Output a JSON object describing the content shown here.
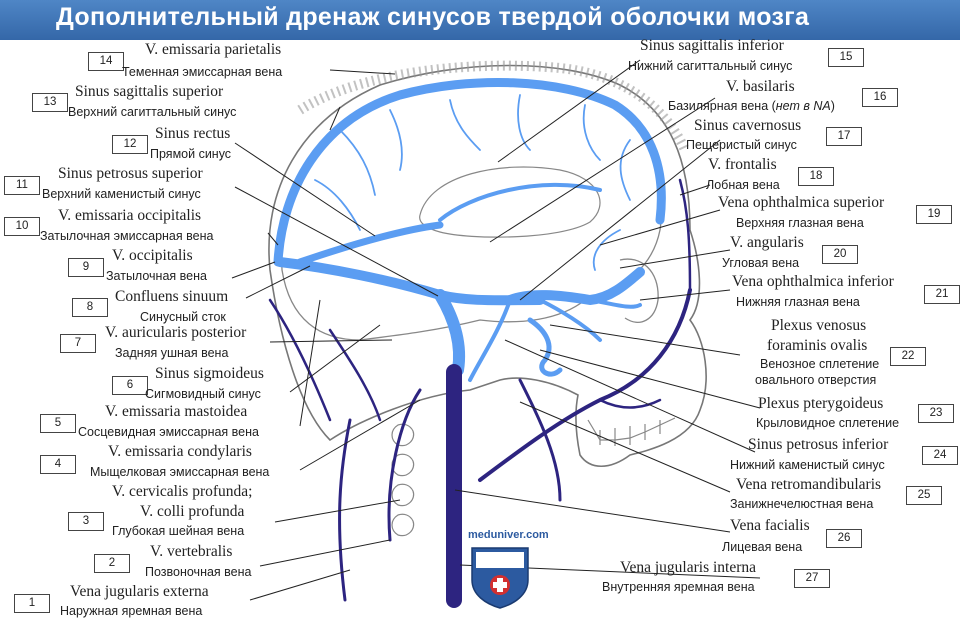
{
  "title": "Дополнительный дренаж синусов твердой оболочки мозга",
  "watermark": "meduniver.com",
  "colors": {
    "banner": "#3a6db0",
    "sinus": "#5b9df2",
    "vein": "#2d2480",
    "bone": "#777777"
  },
  "labels": [
    {
      "num": "1",
      "latin": "Vena jugularis externa",
      "russian": "Наружная яремная вена"
    },
    {
      "num": "2",
      "latin": "V. vertebralis",
      "russian": "Позвоночная вена"
    },
    {
      "num": "3",
      "latin": "V. cervicalis profunda;",
      "latin2": "V. colli profunda",
      "russian": "Глубокая шейная вена"
    },
    {
      "num": "4",
      "latin": "V. emissaria condylaris",
      "russian": "Мыщелковая эмиссарная вена"
    },
    {
      "num": "5",
      "latin": "V. emissaria mastoidea",
      "russian": "Сосцевидная эмиссарная вена"
    },
    {
      "num": "6",
      "latin": "Sinus sigmoideus",
      "russian": "Сигмовидный синус"
    },
    {
      "num": "7",
      "latin": "V. auricularis posterior",
      "russian": "Задняя ушная вена"
    },
    {
      "num": "8",
      "latin": "Confluens sinuum",
      "russian": "Синусный сток"
    },
    {
      "num": "9",
      "latin": "V. occipitalis",
      "russian": "Затылочная вена"
    },
    {
      "num": "10",
      "latin": "V. emissaria occipitalis",
      "russian": "Затылочная эмиссарная вена"
    },
    {
      "num": "11",
      "latin": "Sinus petrosus superior",
      "russian": "Верхний каменистый синус"
    },
    {
      "num": "12",
      "latin": "Sinus rectus",
      "russian": "Прямой синус"
    },
    {
      "num": "13",
      "latin": "Sinus sagittalis superior",
      "russian": "Верхний сагиттальный синус"
    },
    {
      "num": "14",
      "latin": "V. emissaria parietalis",
      "russian": "Теменная эмиссарная вена"
    },
    {
      "num": "15",
      "latin": "Sinus sagittalis inferior",
      "russian": "Нижний сагиттальный синус"
    },
    {
      "num": "16",
      "latin": "V. basilaris",
      "russian": "Базилярная вена (нет в NA)"
    },
    {
      "num": "17",
      "latin": "Sinus cavernosus",
      "russian": "Пещеристый синус"
    },
    {
      "num": "18",
      "latin": "V. frontalis",
      "russian": "Лобная вена"
    },
    {
      "num": "19",
      "latin": "Vena ophthalmica superior",
      "russian": "Верхняя глазная вена"
    },
    {
      "num": "20",
      "latin": "V. angularis",
      "russian": "Угловая вена"
    },
    {
      "num": "21",
      "latin": "Vena ophthalmica inferior",
      "russian": "Нижняя глазная вена"
    },
    {
      "num": "22",
      "latin": "Plexus venosus",
      "latin2": "foraminis ovalis",
      "russian": "Венозное сплетение",
      "russian2": "овального отверстия"
    },
    {
      "num": "23",
      "latin": "Plexus pterygoideus",
      "russian": "Крыловидное сплетение"
    },
    {
      "num": "24",
      "latin": "Sinus petrosus inferior",
      "russian": "Нижний каменистый синус"
    },
    {
      "num": "25",
      "latin": "Vena retromandibularis",
      "russian": "Занижнечелюстная вена"
    },
    {
      "num": "26",
      "latin": "Vena facialis",
      "russian": "Лицевая вена"
    },
    {
      "num": "27",
      "latin": "Vena jugularis interna",
      "russian": "Внутренняя яремная вена"
    }
  ]
}
